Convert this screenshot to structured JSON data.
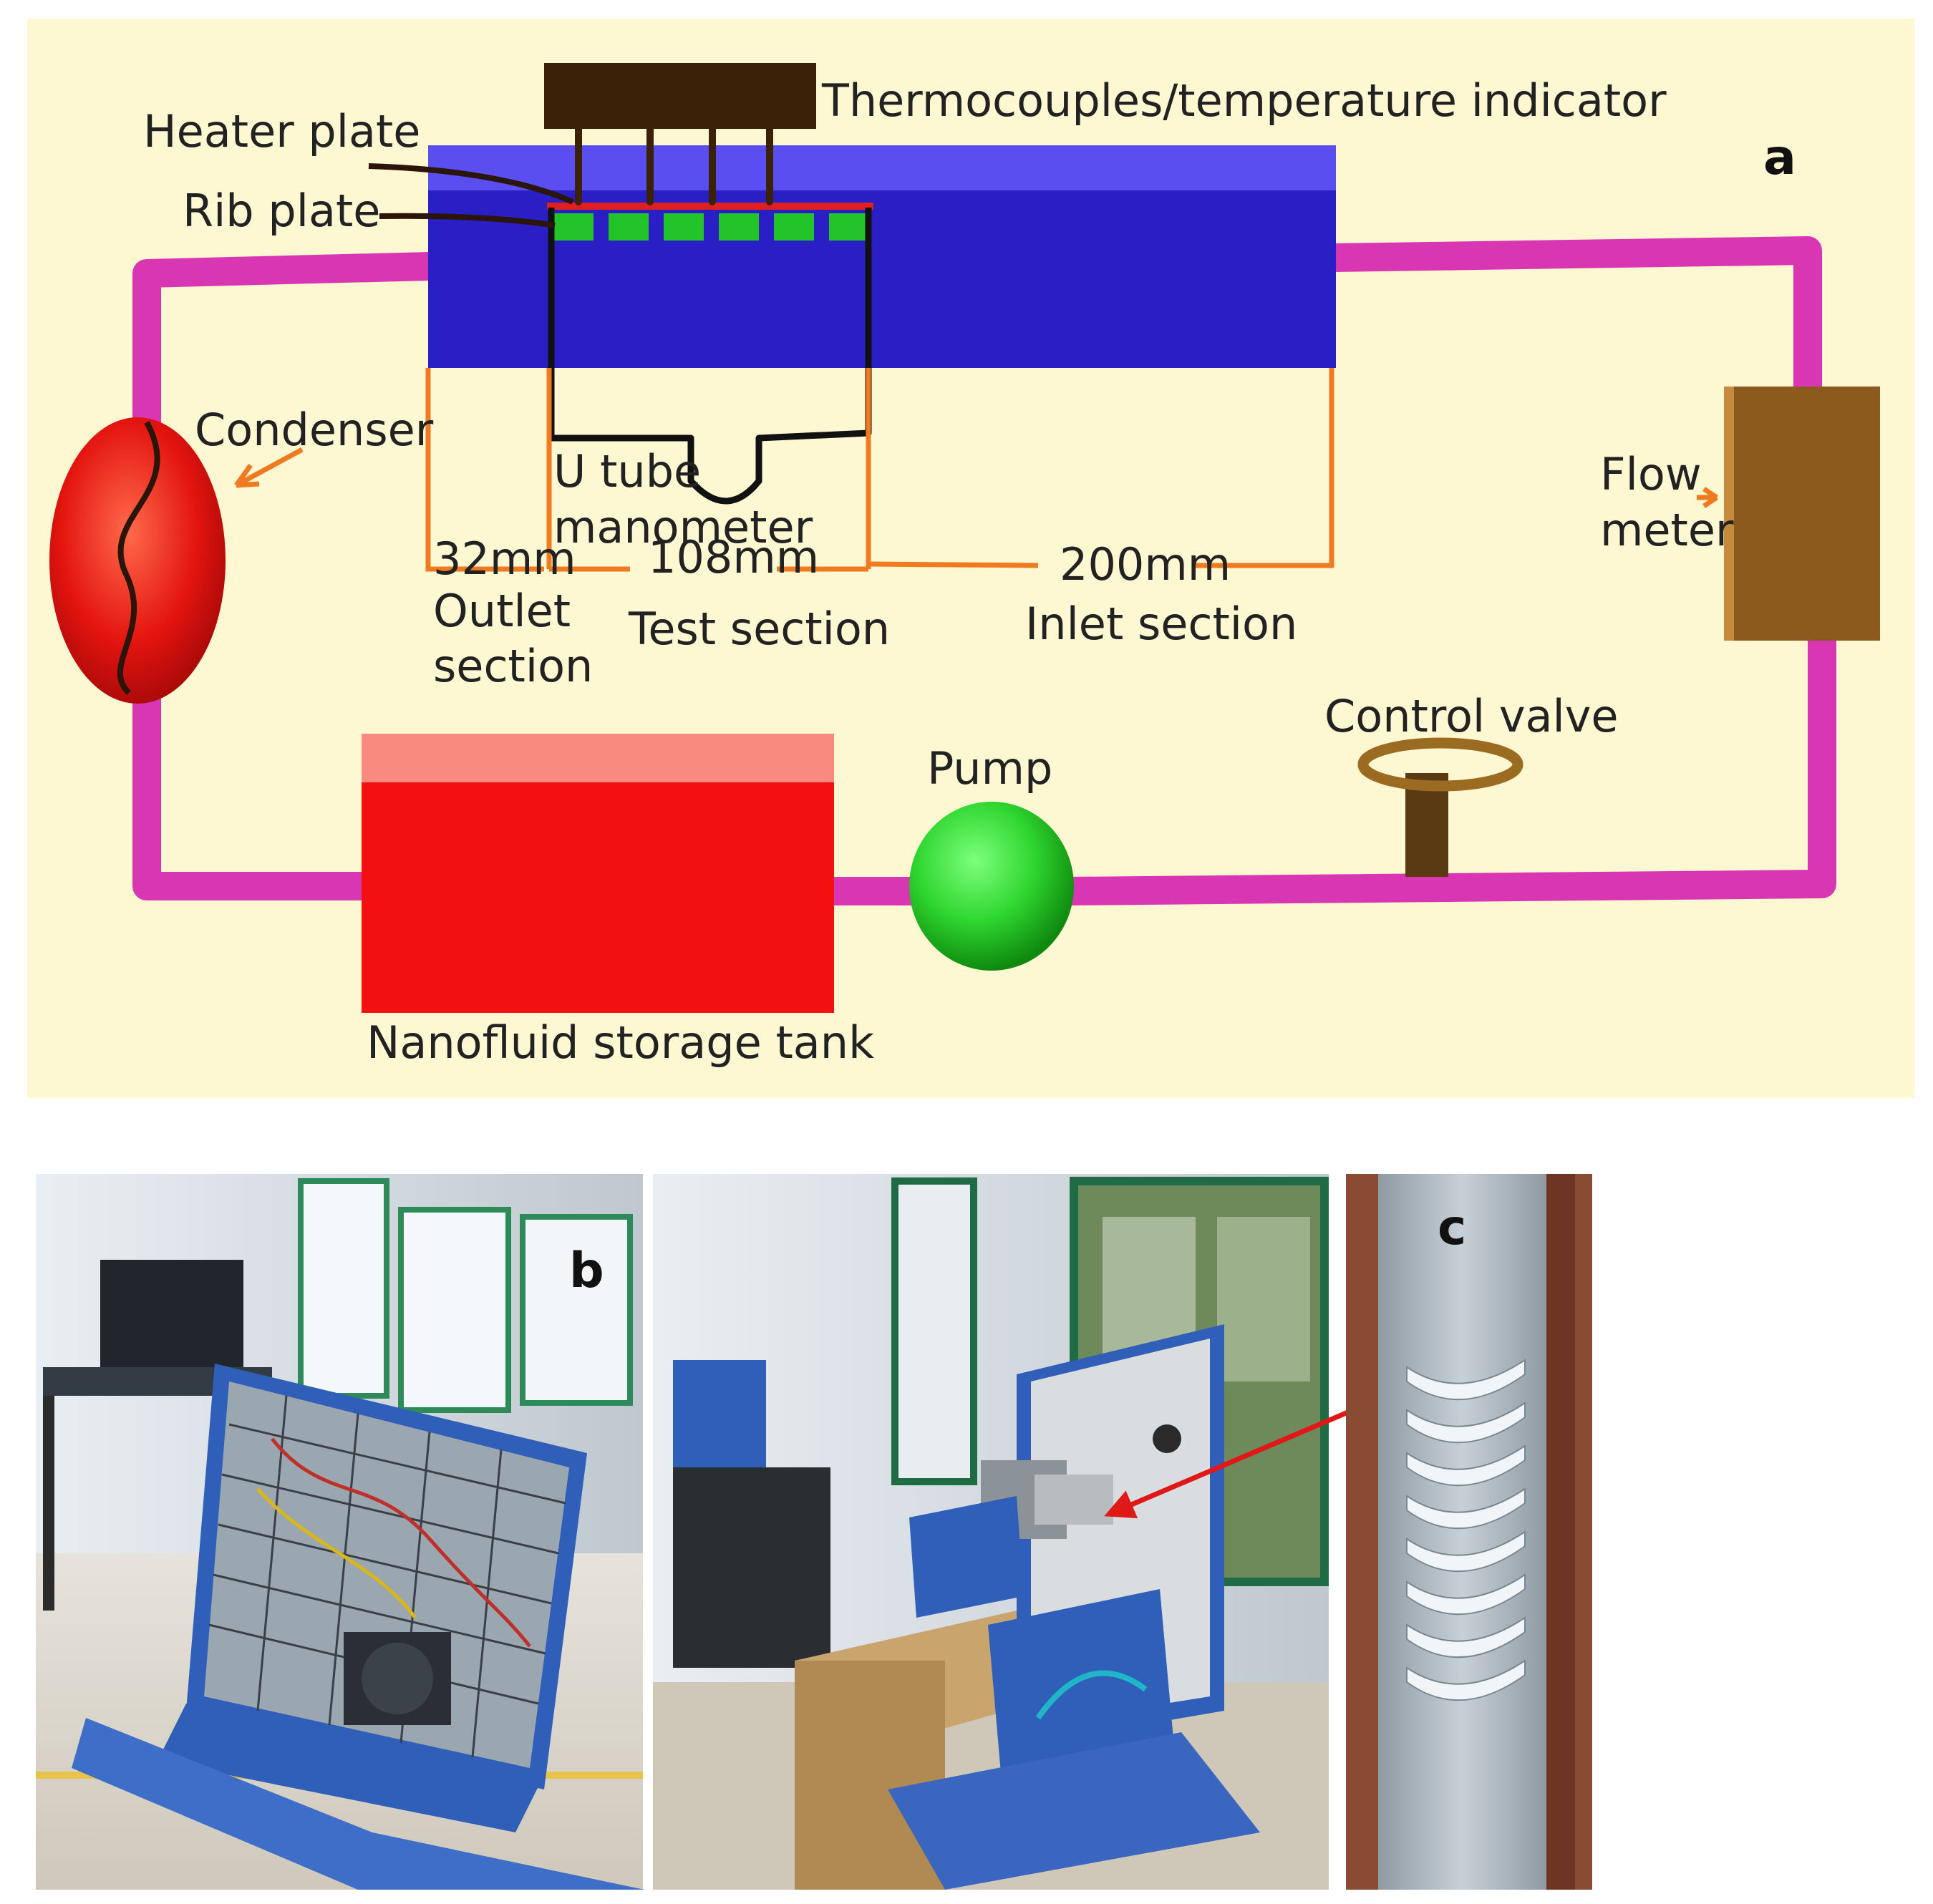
{
  "panel_letters": {
    "a": "a",
    "b": "b",
    "c": "c"
  },
  "labels": {
    "thermocouples": "Thermocouples/temperature indicator",
    "heater_plate": "Heater plate",
    "rib_plate": "Rib plate",
    "condenser": "Condenser",
    "u_tube_line1": "U tube",
    "u_tube_line2": "manometer",
    "dim_outlet": "32mm",
    "dim_test": "108mm",
    "dim_inlet": "200mm",
    "outlet_line1": "Outlet",
    "outlet_line2": "section",
    "test_section": "Test section",
    "inlet_section": "Inlet section",
    "flow_line1": "Flow",
    "flow_line2": "meter",
    "control_valve": "Control valve",
    "pump": "Pump",
    "storage_tank": "Nanofluid storage tank"
  },
  "colors": {
    "diagram_background": "#fdf7d2",
    "pipe": "#d936b3",
    "channel_blue": "#2a1fc4",
    "channel_top": "#5b4ef0",
    "rib_green": "#22c42a",
    "heater_red": "#e02020",
    "tank_red": "#f31010",
    "pump_green": "#2fd62f",
    "flow_meter_brown": "#8b5a1c",
    "dimension_orange": "#f07a20",
    "lead_dark": "#2a1508",
    "arrow_red": "#e01818"
  },
  "icons": {
    "condenser": "red-ellipse-with-serpentine-coil",
    "pump": "green-sphere",
    "control_valve": "handwheel-valve",
    "flow_meter": "brown-box",
    "storage_tank": "red-box"
  },
  "photos": {
    "b": "photo-rig-rear-view",
    "b2": "photo-rig-front-view",
    "c": "photo-ribbed-plate-closeup"
  }
}
